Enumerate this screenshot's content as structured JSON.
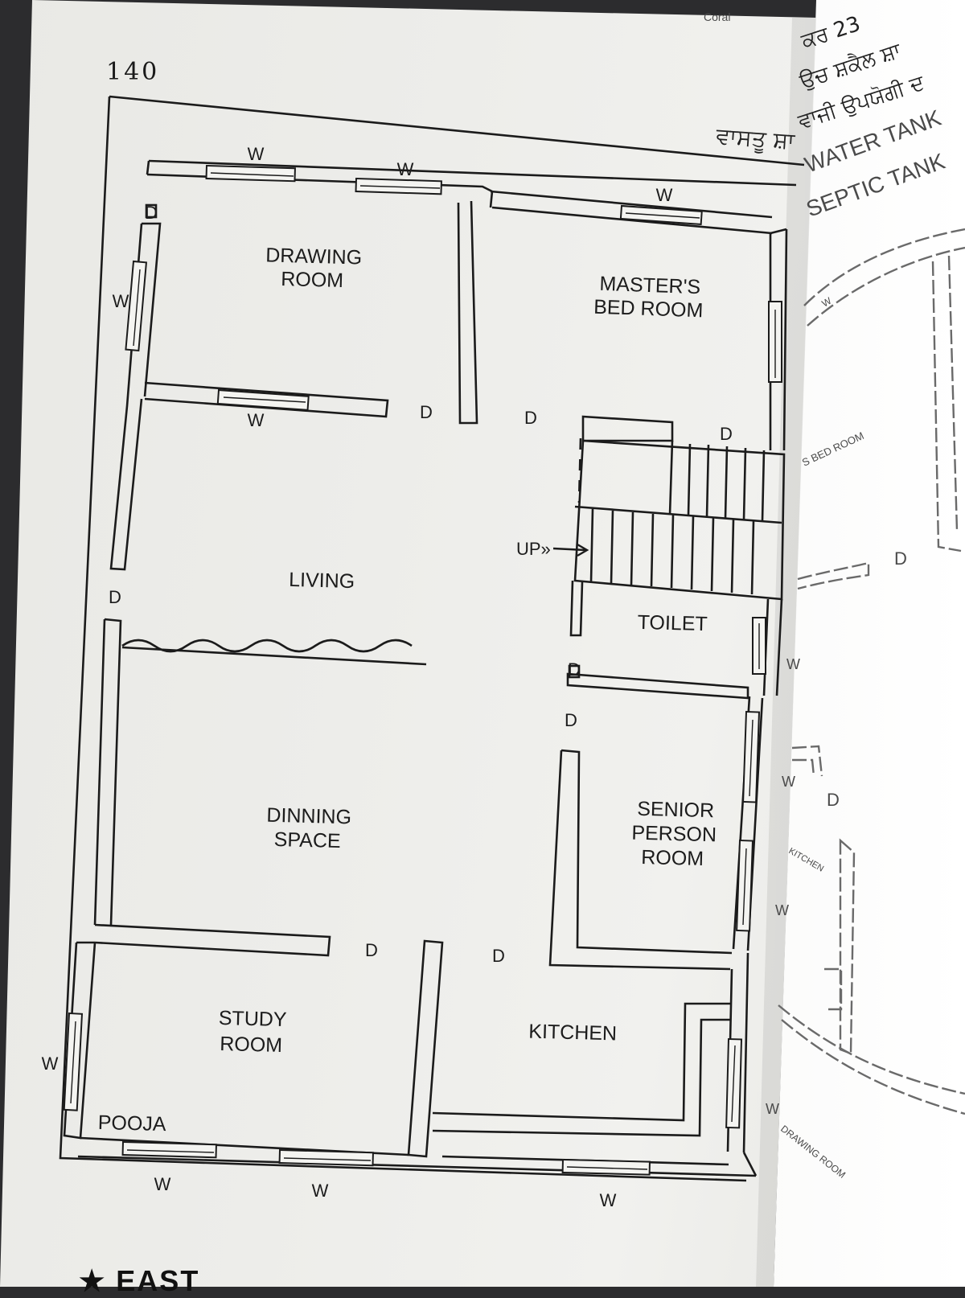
{
  "page": {
    "number": "140",
    "header_punjabi": "ਵਾਸਤੂ ਸ਼ਾ",
    "footer_star": "★",
    "footer_text": "EAST"
  },
  "rooms": {
    "drawing": [
      "DRAWING",
      "ROOM"
    ],
    "masters": [
      "MASTER'S",
      "BED ROOM"
    ],
    "living": [
      "LIVING"
    ],
    "toilet": [
      "TOILET"
    ],
    "senior": [
      "SENIOR",
      "PERSON",
      "ROOM"
    ],
    "dinning": [
      "DINNING",
      "SPACE"
    ],
    "study": [
      "STUDY",
      "ROOM"
    ],
    "kitchen": [
      "KITCHEN"
    ],
    "pooja": [
      "POOJA"
    ]
  },
  "markers": {
    "window": "W",
    "door": "D",
    "stair_up": "UP»"
  },
  "right_page": {
    "punjabi_lines": [
      "ਕਰ 23",
      "ਉਚ ਸ਼ਕੈਲ ਸ਼ਾ",
      "ਵਾਜੀ ਉਪਯੋਗੀ ਦ"
    ],
    "water_tank": "WATER TANK",
    "septic_tank": "SEPTIC TANK",
    "bed_room": "S BED ROOM",
    "kitchen": "KITCHEN",
    "drawing_room": "DRAWING ROOM",
    "corner": "Coral",
    "door": "D",
    "window": "W"
  }
}
